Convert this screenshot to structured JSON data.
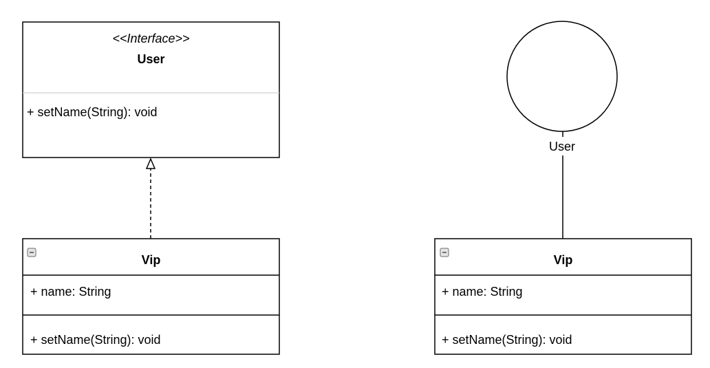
{
  "interface_box": {
    "stereotype": "<<Interface>>",
    "name": "User",
    "methods": [
      "+ setName(String): void"
    ]
  },
  "left_class": {
    "name": "Vip",
    "attributes": [
      "+ name: String"
    ],
    "methods": [
      "+ setName(String): void"
    ]
  },
  "lollipop": {
    "label": "User"
  },
  "right_class": {
    "name": "Vip",
    "attributes": [
      "+ name: String"
    ],
    "methods": [
      "+ setName(String): void"
    ]
  },
  "colors": {
    "border": "#000000",
    "separator": "#d0d0d0",
    "collapse_fill": "#e4e4e4",
    "collapse_border": "#6b6b6b",
    "background": "#ffffff"
  }
}
